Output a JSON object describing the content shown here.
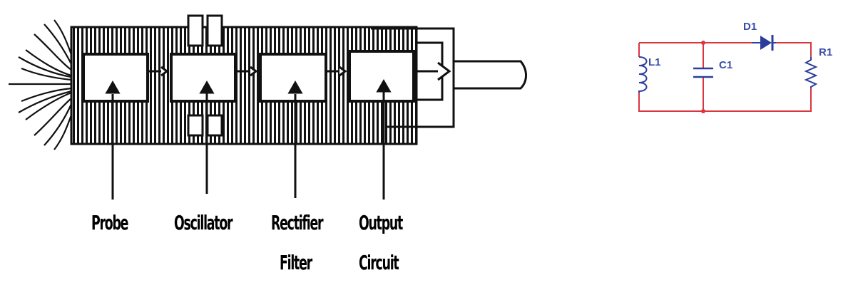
{
  "block_diagram": {
    "labels": {
      "probe": "Probe",
      "oscillator": "Oscillator",
      "rectifier_line1": "Rectifier",
      "rectifier_line2": "Filter",
      "output_line1": "Output",
      "output_line2": "Circuit"
    }
  },
  "circuit": {
    "components": {
      "inductor": "L1",
      "capacitor": "C1",
      "diode": "D1",
      "resistor": "R1"
    },
    "colors": {
      "wire": "#d9363e",
      "component": "#2b3e9c",
      "label": "#3a4ea8"
    }
  }
}
